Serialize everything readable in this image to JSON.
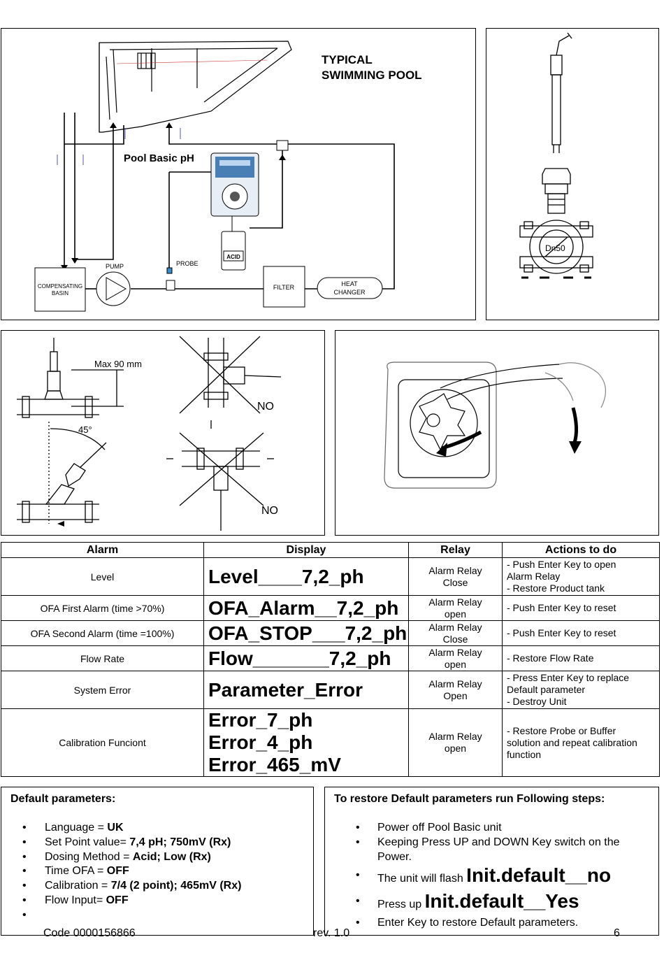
{
  "diagram": {
    "title_line1": "TYPICAL",
    "title_line2": "SWIMMING POOL",
    "device_label": "Pool Basic pH",
    "pump_label": "PUMP",
    "probe_label": "PROBE",
    "acid_label": "ACID",
    "basin_label_line1": "COMPENSATING",
    "basin_label_line2": "BASIN",
    "filter_label": "FILTER",
    "heat_label_line1": "HEAT",
    "heat_label_line2": "CHANGER",
    "dn_label": "Dn50"
  },
  "install": {
    "max_label": "Max 90 mm",
    "angle_label": "45°",
    "no_label_1": "NO",
    "no_label_2": "NO"
  },
  "table": {
    "headers": [
      "Alarm",
      "Display",
      "Relay",
      "Actions to do"
    ],
    "rows": [
      {
        "alarm": "Level",
        "display": [
          "Level____7,2_ph"
        ],
        "relay": [
          "Alarm Relay",
          "Close"
        ],
        "actions": [
          "- Push Enter Key to open",
          "Alarm Relay",
          "- Restore Product tank"
        ]
      },
      {
        "alarm": "OFA First Alarm (time >70%)",
        "display": [
          "OFA_Alarm__7,2_ph"
        ],
        "relay": [
          "Alarm Relay",
          "open"
        ],
        "actions": [
          "- Push Enter Key to reset"
        ]
      },
      {
        "alarm": "OFA Second Alarm (time =100%)",
        "display": [
          "OFA_STOP___7,2_ph"
        ],
        "relay": [
          "Alarm Relay",
          "Close"
        ],
        "actions": [
          "- Push Enter Key to reset"
        ]
      },
      {
        "alarm": "Flow Rate",
        "display": [
          "Flow_______7,2_ph"
        ],
        "relay": [
          "Alarm Relay",
          "open"
        ],
        "actions": [
          "- Restore Flow Rate"
        ]
      },
      {
        "alarm": "System Error",
        "display": [
          "Parameter_Error"
        ],
        "relay": [
          "Alarm Relay",
          "Open"
        ],
        "actions": [
          "- Press Enter Key to replace",
          "Default parameter",
          "- Destroy Unit"
        ]
      },
      {
        "alarm": "Calibration Funciont",
        "display": [
          "Error_7_ph",
          "Error_4_ph",
          "Error_465_mV"
        ],
        "relay": [
          "Alarm Relay",
          "open"
        ],
        "actions": [
          "- Restore Probe or Buffer",
          "solution and repeat calibration",
          "function"
        ]
      }
    ]
  },
  "defaults": {
    "title": "Default parameters:",
    "items": [
      {
        "label": "Language = ",
        "value": "UK"
      },
      {
        "label": "Set Point value= ",
        "value": "7,4 pH; 750mV (Rx)"
      },
      {
        "label": "Dosing Method = ",
        "value": "Acid; Low (Rx)"
      },
      {
        "label": "Time OFA = ",
        "value": "OFF"
      },
      {
        "label": "Calibration = ",
        "value": "7/4 (2 point); 465mV (Rx)"
      },
      {
        "label": "Flow Input= ",
        "value": "OFF"
      },
      {
        "label": "",
        "value": ""
      }
    ]
  },
  "restore": {
    "title": "To restore Default parameters run Following steps:",
    "step1": "Power off Pool Basic unit",
    "step2a": "Keeping Press UP and DOWN Key switch on the",
    "step2b": "Power.",
    "step3_prefix": "The unit will flash ",
    "step3_big": "Init.default__no",
    "step4_prefix": "Press up ",
    "step4_big": "Init.default__Yes",
    "step5": "Enter Key to restore Default parameters."
  },
  "footer": {
    "code": "Code 0000156866",
    "rev": "rev. 1.0",
    "page": "6"
  }
}
